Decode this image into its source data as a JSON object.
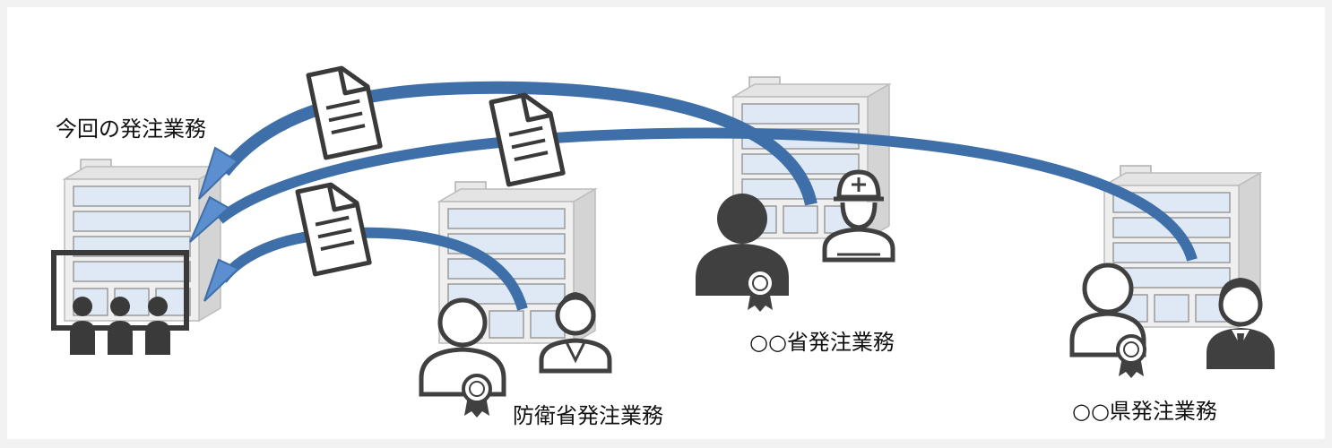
{
  "labels": {
    "current": "今回の発注業務",
    "defense": "防衛省発注業務",
    "ministry": "○○省発注業務",
    "prefecture": "○○県発注業務"
  },
  "colors": {
    "arrow": "#3f6fa8",
    "arrow_light": "#5b8fd0",
    "building_side": "#d8d8d8",
    "building_front": "#efefef",
    "window": "#dfe9f6",
    "window_border": "#9a9a9a",
    "person": "#404040",
    "frame": "#ffffff"
  },
  "icons": [
    "building-icon",
    "document-icon",
    "person-icon",
    "engineer-icon",
    "meeting-icon",
    "award-icon"
  ]
}
